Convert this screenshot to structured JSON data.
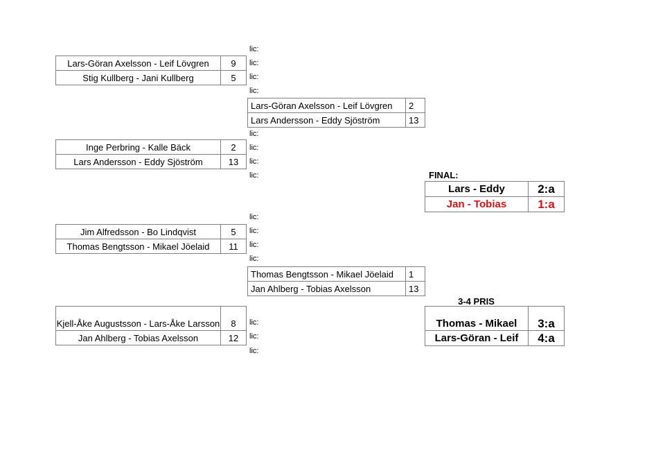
{
  "labels": {
    "lic": "lic:",
    "final": "FINAL:",
    "third_place": "3-4 PRIS"
  },
  "colors": {
    "winner_red": "#d01414",
    "border_gray": "#7f7f7f",
    "background": "#ffffff",
    "text": "#000000"
  },
  "bracket": {
    "quarterfinals": [
      {
        "teams": [
          {
            "name": "Lars-Göran Axelsson - Leif Lövgren",
            "score": "9"
          },
          {
            "name": "Stig Kullberg - Jani Kullberg",
            "score": "5"
          }
        ]
      },
      {
        "teams": [
          {
            "name": "Inge Perbring - Kalle Bäck",
            "score": "2"
          },
          {
            "name": "Lars Andersson - Eddy Sjöström",
            "score": "13"
          }
        ]
      },
      {
        "teams": [
          {
            "name": "Jim Alfredsson - Bo Lindqvist",
            "score": "5"
          },
          {
            "name": "Thomas Bengtsson - Mikael Jöelaid",
            "score": "11"
          }
        ]
      },
      {
        "teams": [
          {
            "name": "Kjell-Åke Augustsson - Lars-Åke Larsson",
            "score": "8"
          },
          {
            "name": "Jan Ahlberg - Tobias Axelsson",
            "score": "12"
          }
        ]
      }
    ],
    "semifinals": [
      {
        "teams": [
          {
            "name": "Lars-Göran Axelsson - Leif Lövgren",
            "score": "2"
          },
          {
            "name": "Lars Andersson - Eddy Sjöström",
            "score": "13"
          }
        ]
      },
      {
        "teams": [
          {
            "name": "Thomas Bengtsson - Mikael Jöelaid",
            "score": "1"
          },
          {
            "name": "Jan Ahlberg - Tobias Axelsson",
            "score": "13"
          }
        ]
      }
    ],
    "final": {
      "rows": [
        {
          "name": "Lars - Eddy",
          "place": "2:a"
        },
        {
          "name": "Jan - Tobias",
          "place": "1:a"
        }
      ]
    },
    "third_place": {
      "rows": [
        {
          "name": "Thomas - Mikael",
          "place": "3:a"
        },
        {
          "name": "Lars-Göran - Leif",
          "place": "4:a"
        }
      ]
    }
  }
}
